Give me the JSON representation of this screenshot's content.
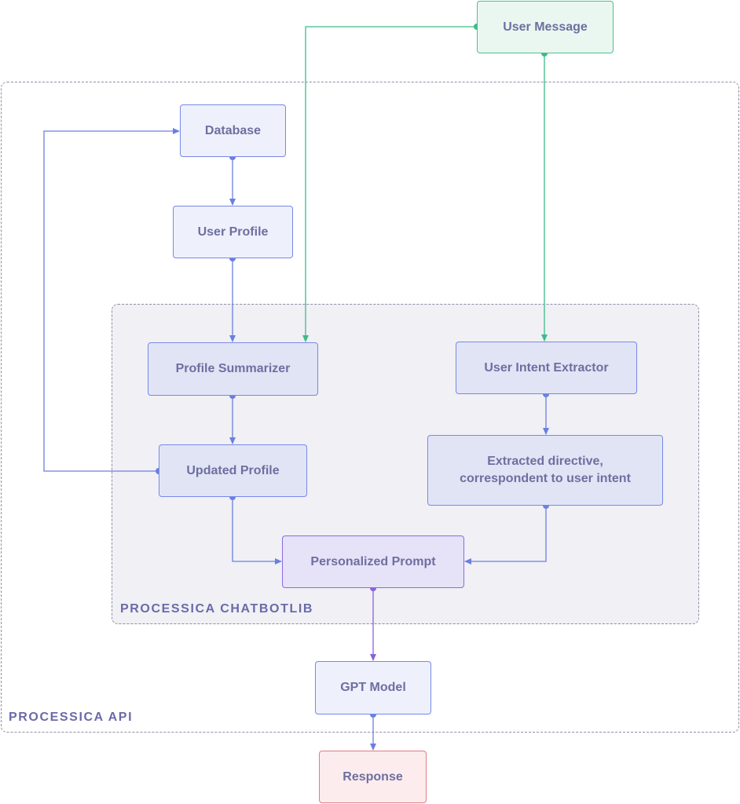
{
  "groups": {
    "api_label": "PROCESSICA API",
    "lib_label": "PROCESSICA CHATBOTLIB"
  },
  "nodes": {
    "user_message": "User Message",
    "database": "Database",
    "user_profile": "User Profile",
    "profile_summarizer": "Profile Summarizer",
    "updated_profile": "Updated Profile",
    "user_intent_extractor": "User Intent Extractor",
    "extracted_directive_line1": "Extracted directive,",
    "extracted_directive_line2": "correspondent to user intent",
    "personalized_prompt": "Personalized Prompt",
    "gpt_model": "GPT Model",
    "response": "Response"
  },
  "colors": {
    "blue_edge": "#6b7fe0",
    "green_edge": "#3dbb88",
    "purple_edge": "#8a63dc",
    "group_border": "#8d8fa3",
    "label_text": "#6b6aa8"
  }
}
